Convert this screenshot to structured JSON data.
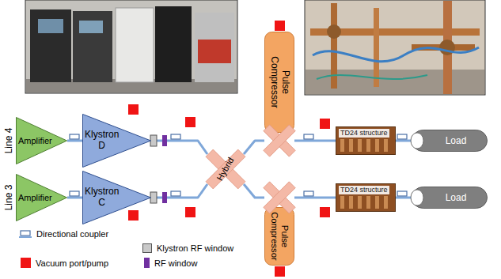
{
  "diagram": {
    "nodes": [
      {
        "text": [
          "Amplifier"
        ]
      },
      {
        "text": [
          "Klystron",
          "D"
        ]
      },
      {
        "text": [
          "Amplifier"
        ]
      },
      {
        "text": [
          "Klystron",
          "C"
        ]
      },
      {
        "text": [
          "Hybrid"
        ]
      },
      {
        "text": [
          "Pulse Compressor"
        ]
      },
      {
        "text": [
          "Pulse Compressor"
        ]
      },
      {
        "text": [
          "TD24 structure"
        ]
      },
      {
        "text": [
          "TD24 structure"
        ]
      },
      {
        "text": [
          "Load"
        ]
      },
      {
        "text": [
          "Load"
        ]
      }
    ],
    "edges": [
      {
        "from": 0,
        "to": 1,
        "arrow": "none"
      },
      {
        "from": 2,
        "to": 3,
        "arrow": "none"
      },
      {
        "from": 1,
        "to": 4,
        "arrow": "none"
      },
      {
        "from": 3,
        "to": 4,
        "arrow": "none"
      },
      {
        "from": 4,
        "to": 5,
        "arrow": "none"
      },
      {
        "from": 4,
        "to": 6,
        "arrow": "none"
      },
      {
        "from": 5,
        "to": 7,
        "arrow": "none"
      },
      {
        "from": 6,
        "to": 8,
        "arrow": "none"
      },
      {
        "from": 7,
        "to": 9,
        "arrow": "none"
      },
      {
        "from": 8,
        "to": 10,
        "arrow": "none"
      }
    ],
    "labels": [
      "Line 4",
      "Line 3"
    ],
    "legend": [
      {
        "text": "Directional coupler"
      },
      {
        "text": "Klystron RF window",
        "color": "#c9c9c9"
      },
      {
        "text": "Vacuum port/pump",
        "color": "#f01414"
      },
      {
        "text": "RF window",
        "color": "#7030a0"
      }
    ]
  }
}
